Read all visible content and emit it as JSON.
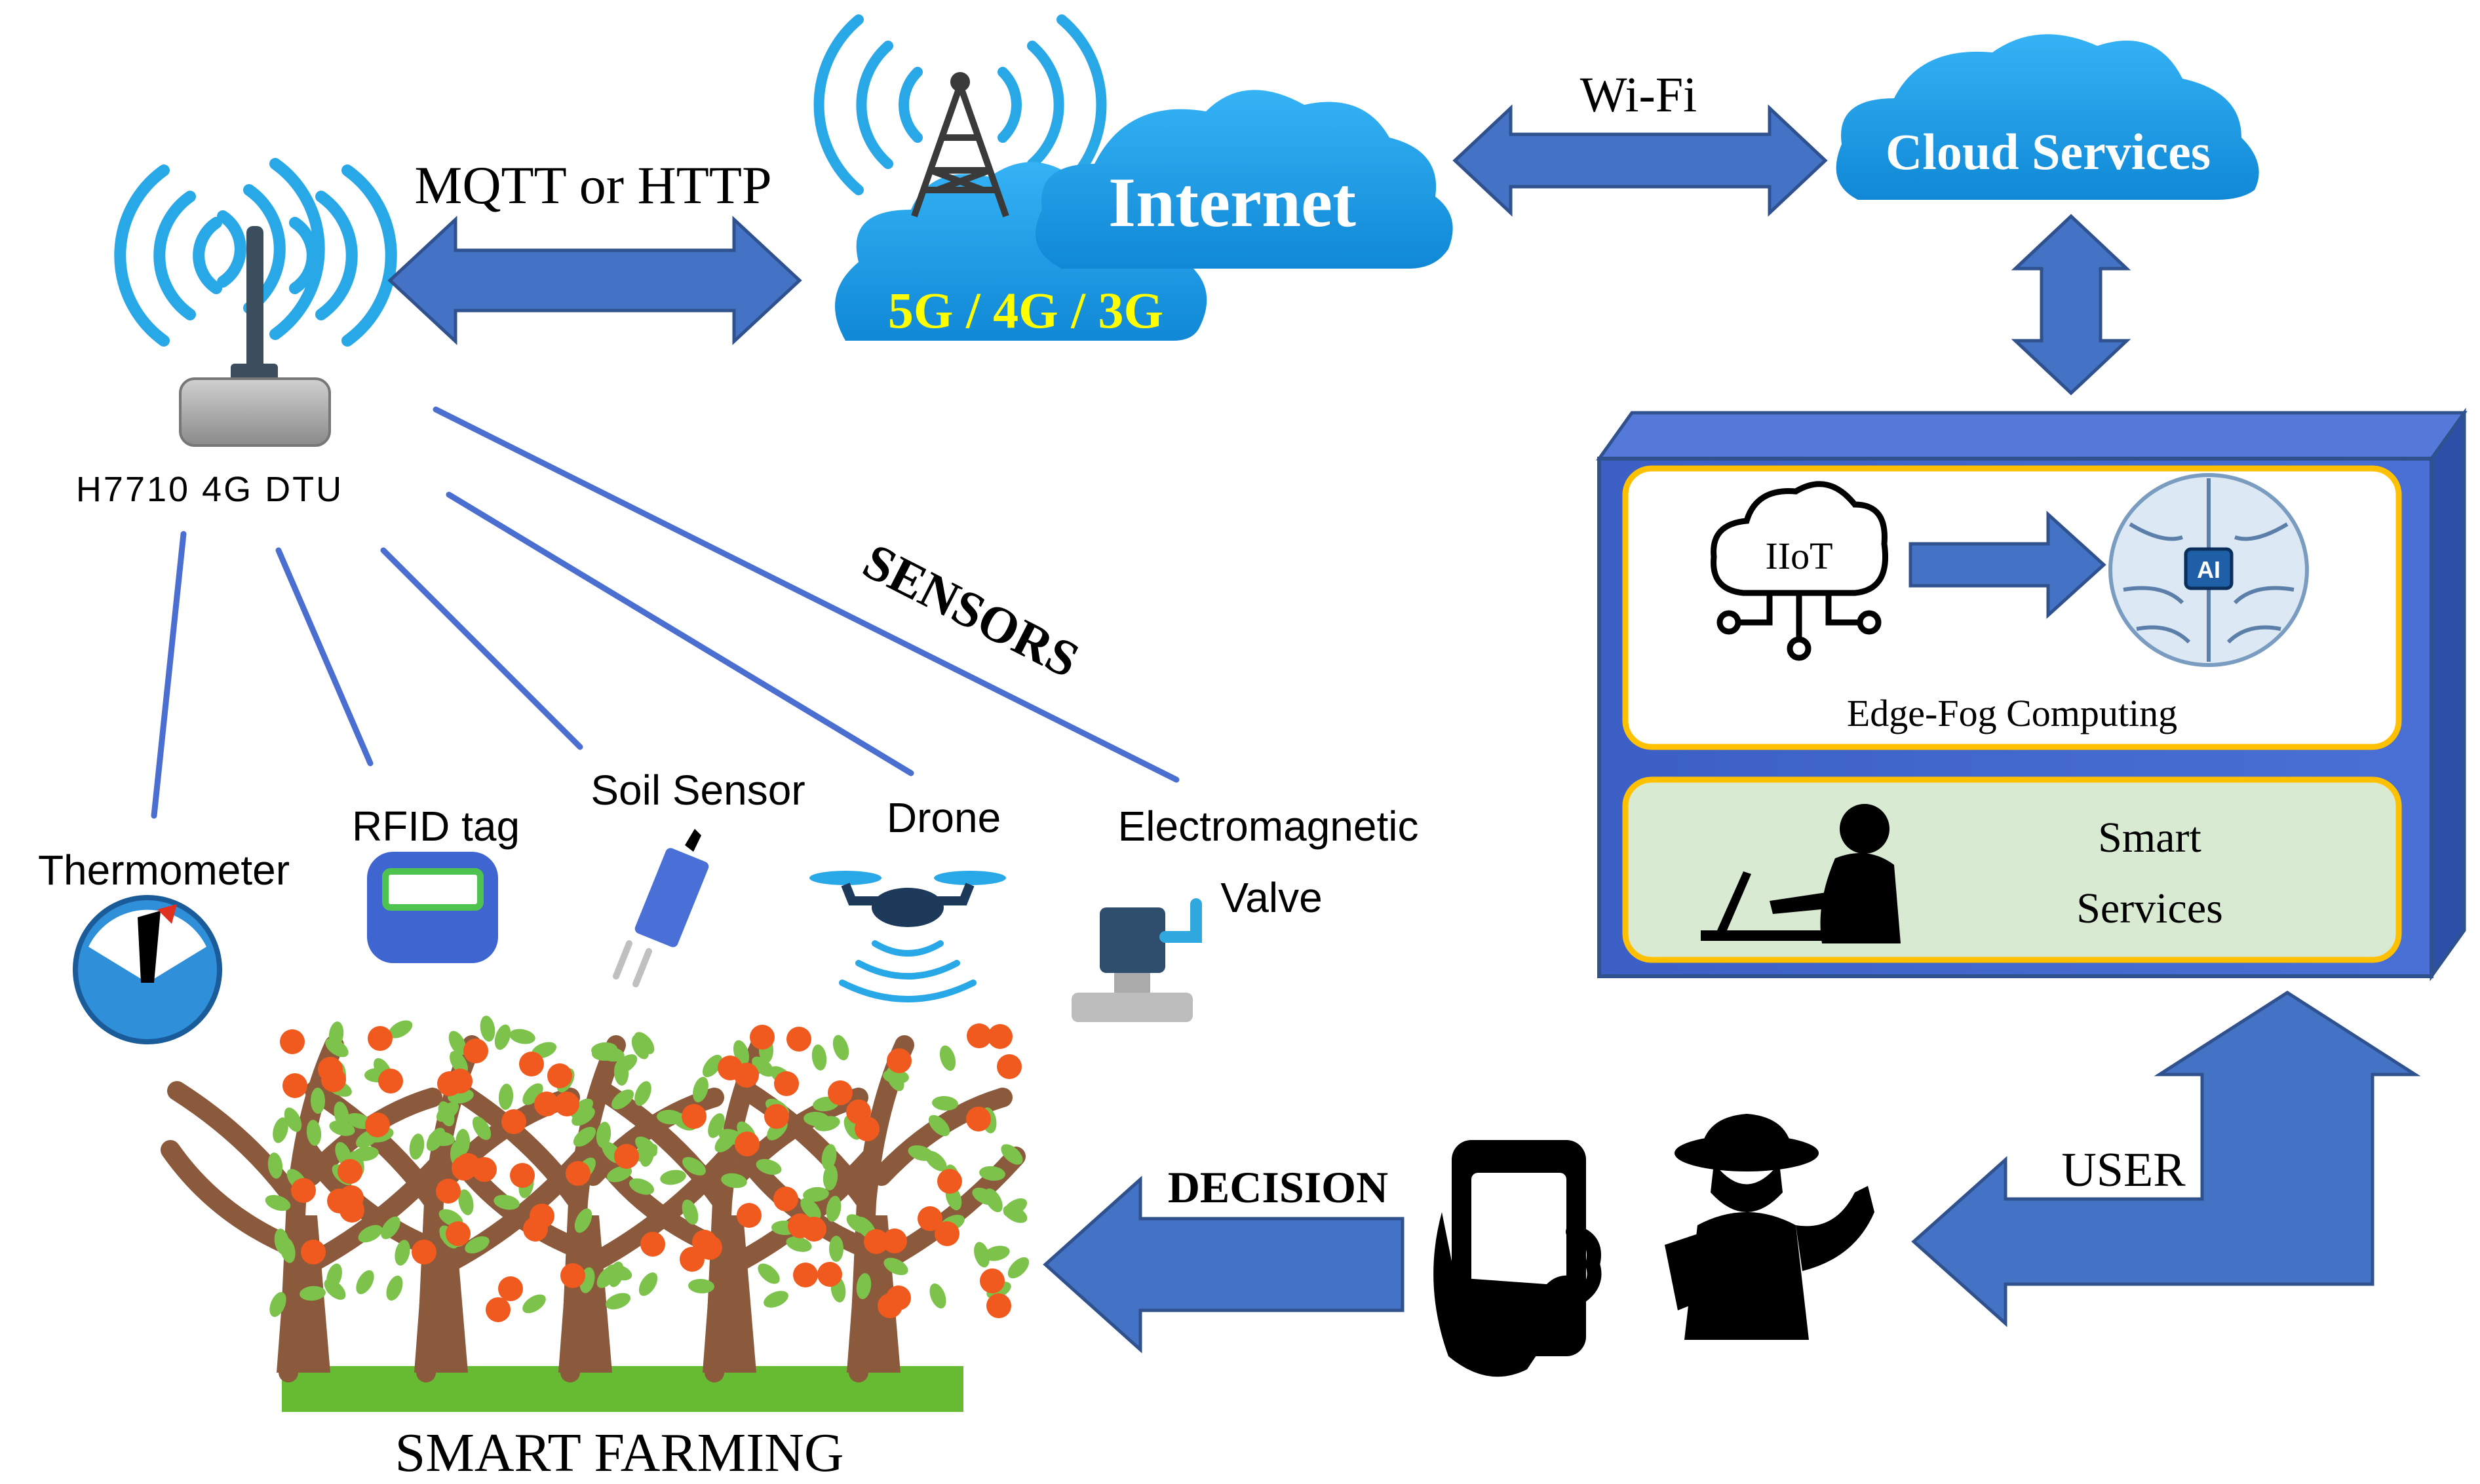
{
  "labels": {
    "mqtt_http": "MQTT or HTTP",
    "internet": "Internet",
    "cellular": "5G / 4G / 3G",
    "wifi": "Wi-Fi",
    "cloud_services": "Cloud Services",
    "dtu": "H7710 4G DTU",
    "sensors": "SENSORS",
    "iiot": "IIoT",
    "ai": "AI",
    "edge_fog": "Edge-Fog Computing",
    "smart_services_line1": "Smart",
    "smart_services_line2": "Services",
    "thermometer": "Thermometer",
    "rfid_tag": "RFID tag",
    "soil_sensor": "Soil Sensor",
    "drone": "Drone",
    "valve_line1": "Electromagnetic",
    "valve_line2": "Valve",
    "smart_farming": "SMART FARMING",
    "decision": "DECISION",
    "user": "USER"
  },
  "colors": {
    "arrow_blue": "#4472c4",
    "arrow_stroke": "#2f528f",
    "cloud_blue": "#1e9be8",
    "cellular_yellow": "#ffff00",
    "edge_box_blue": "#3f63c8",
    "panel_border": "#ffc000",
    "smart_panel_green": "#d9ead3",
    "grass_green": "#66bb33",
    "tree_brown": "#8b5a3c",
    "fruit_orange": "#f05a1e",
    "leaf_green": "#7dc24b",
    "signal_blue": "#29a8e8",
    "sensor_line": "#4a6fd0"
  }
}
